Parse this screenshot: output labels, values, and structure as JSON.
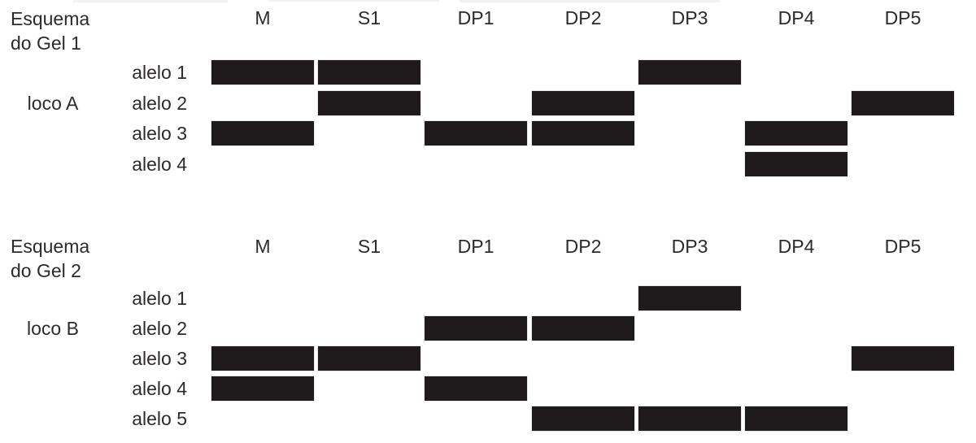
{
  "figure": {
    "language": "pt",
    "colors": {
      "band": "#1f1b1c",
      "text": "#2e2a2b",
      "background": "#ffffff"
    },
    "lanes": [
      "M",
      "S1",
      "DP1",
      "DP2",
      "DP3",
      "DP4",
      "DP5"
    ],
    "gels": [
      {
        "title_line1": "Esquema",
        "title_line2": "do Gel 1",
        "locus_label": "loco A",
        "rows": [
          {
            "label": "alelo 1",
            "bands": [
              "M",
              "S1",
              "DP3"
            ]
          },
          {
            "label": "alelo 2",
            "bands": [
              "S1",
              "DP2",
              "DP5"
            ]
          },
          {
            "label": "alelo 3",
            "bands": [
              "M",
              "DP1",
              "DP2",
              "DP4"
            ]
          },
          {
            "label": "alelo 4",
            "bands": [
              "DP4"
            ]
          }
        ]
      },
      {
        "title_line1": "Esquema",
        "title_line2": "do Gel 2",
        "locus_label": "loco B",
        "rows": [
          {
            "label": "alelo 1",
            "bands": [
              "DP3"
            ]
          },
          {
            "label": "alelo 2",
            "bands": [
              "DP1",
              "DP2"
            ]
          },
          {
            "label": "alelo 3",
            "bands": [
              "M",
              "S1",
              "DP5"
            ]
          },
          {
            "label": "alelo 4",
            "bands": [
              "M",
              "DP1"
            ]
          },
          {
            "label": "alelo 5",
            "bands": [
              "DP2",
              "DP3",
              "DP4"
            ]
          }
        ]
      }
    ]
  }
}
